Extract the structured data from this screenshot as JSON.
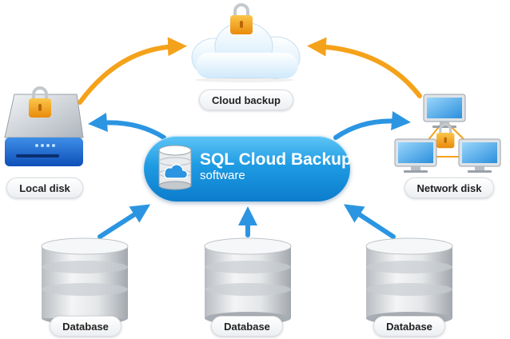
{
  "labels": {
    "cloud_backup": "Cloud backup",
    "local_disk": "Local disk",
    "network_disk": "Network disk",
    "database_1": "Database",
    "database_2": "Database",
    "database_3": "Database"
  },
  "center": {
    "title": "SQL Cloud Backup",
    "subtitle": "software"
  },
  "colors": {
    "blue_arrow": "#2b95e2",
    "orange_arrow": "#f5a21b",
    "lock": "#f5a623",
    "center_blue": "#1e9be3"
  },
  "icons": [
    "cloud-icon",
    "lock-icon",
    "hard-disk-icon",
    "network-computers-icon",
    "database-icon"
  ]
}
